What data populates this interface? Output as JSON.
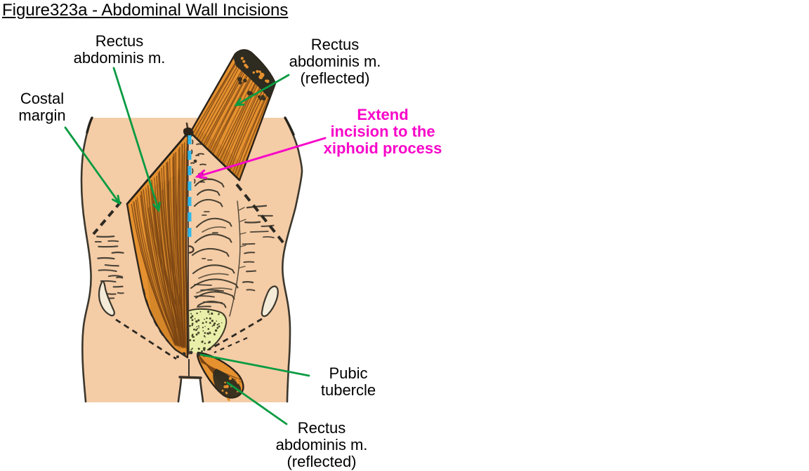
{
  "figure": {
    "title": "Figure323a - Abdominal Wall Incisions"
  },
  "labels": {
    "rectus_left": {
      "lines": [
        "Rectus",
        "abdominis m."
      ]
    },
    "rectus_top_reflected": {
      "lines": [
        "Rectus",
        "abdominis m.",
        "(reflected)"
      ]
    },
    "costal_margin": {
      "lines": [
        "Costal",
        "margin"
      ]
    },
    "extend_incision": {
      "lines": [
        "Extend",
        "incision to the",
        "xiphoid process"
      ]
    },
    "pubic_tubercle": {
      "lines": [
        "Pubic",
        "tubercle"
      ]
    },
    "rectus_bottom_reflected": {
      "lines": [
        "Rectus",
        "abdominis m.",
        "(reflected)"
      ]
    }
  },
  "theme": {
    "background": "#ffffff",
    "text": "#000000",
    "skin": "#f4cca6",
    "outline": "#3b372d",
    "muscle": "#e5912f",
    "muscle_fiber": "#7a4413",
    "muscle_dark_end": "#2e2b20",
    "incision_cyan": "#2fb9e9",
    "pointer_green": "#0a9b42",
    "annotation_magenta": "#f806c9",
    "suprapubic_patch": "#e9efa9",
    "patch_dot": "#45452a",
    "iliac_mark_cream": "#f4ecd8"
  }
}
